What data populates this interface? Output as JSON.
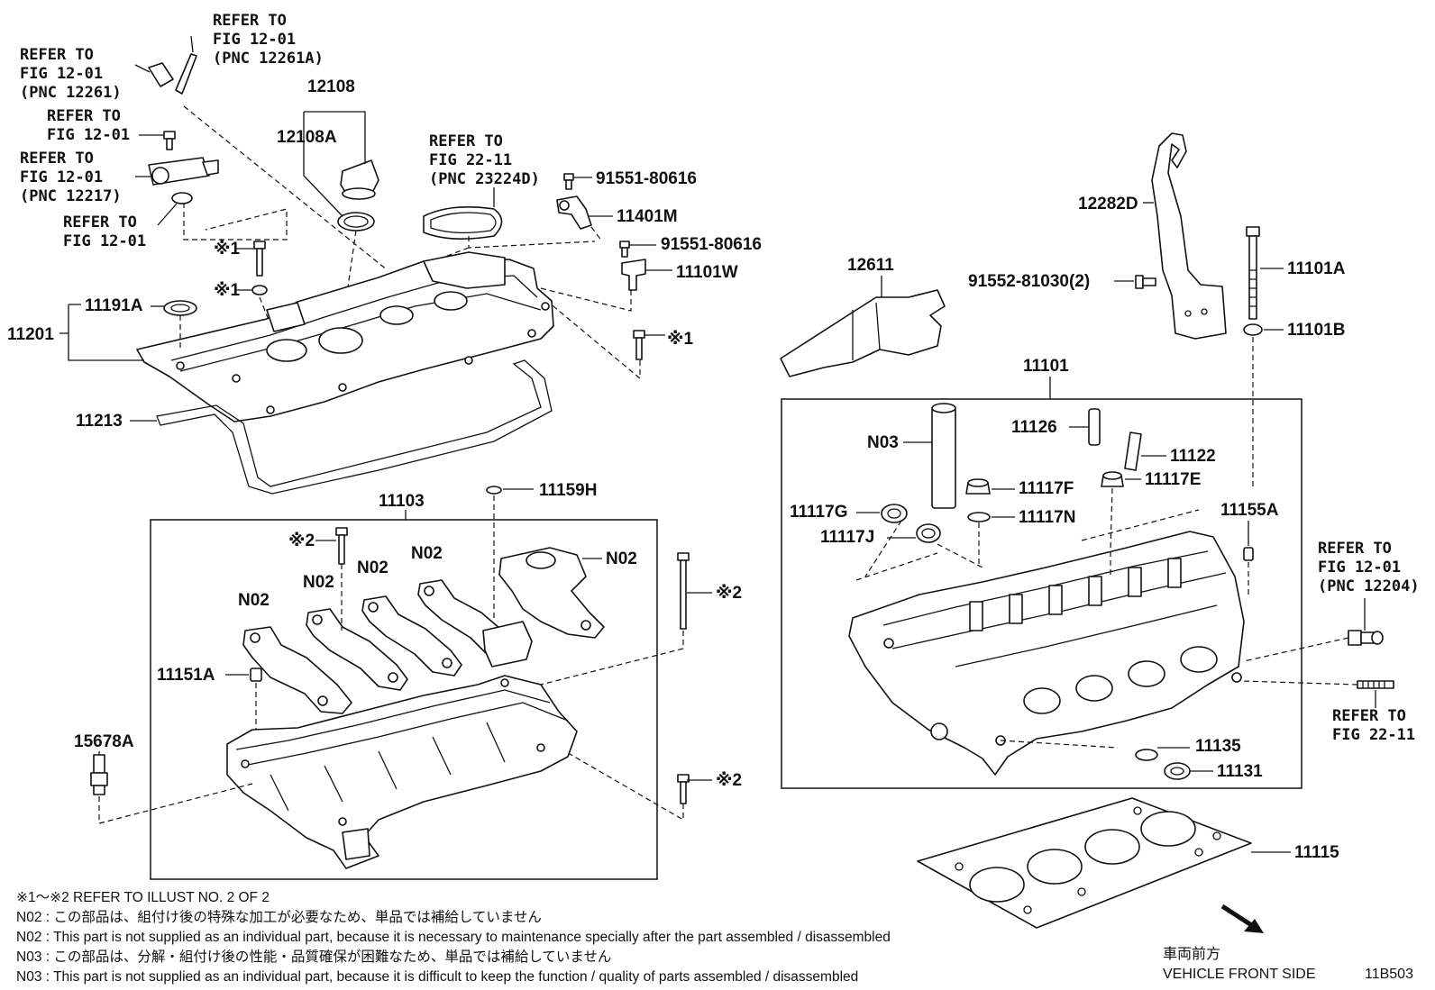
{
  "refs": {
    "r1": [
      "REFER TO",
      "FIG 12-01",
      "(PNC 12261)"
    ],
    "r2": [
      "REFER TO",
      "FIG 12-01",
      "(PNC 12261A)"
    ],
    "r3": [
      "REFER TO",
      "FIG 12-01"
    ],
    "r4": [
      "REFER TO",
      "FIG 12-01",
      "(PNC 12217)"
    ],
    "r5": [
      "REFER TO",
      "FIG 12-01"
    ],
    "r6": [
      "REFER TO",
      "FIG 22-11",
      "(PNC 23224D)"
    ],
    "r7": [
      "REFER TO",
      "FIG 12-01",
      "(PNC 12204)"
    ],
    "r8": [
      "REFER TO",
      "FIG 22-11"
    ]
  },
  "parts": {
    "p12108": "12108",
    "p12108A": "12108A",
    "p91551a": "91551-80616",
    "p11401M": "11401M",
    "p91551b": "91551-80616",
    "p11101W": "11101W",
    "p11191A": "11191A",
    "p11201": "11201",
    "p11213": "11213",
    "p11103": "11103",
    "p11159H": "11159H",
    "p12282D": "12282D",
    "p12611": "12611",
    "p91552": "91552-81030(2)",
    "p11101A": "11101A",
    "p11101B": "11101B",
    "p11101": "11101",
    "pN03": "N03",
    "p11126": "11126",
    "p11122": "11122",
    "p11117F": "11117F",
    "p11117E": "11117E",
    "p11117G": "11117G",
    "p11117J": "11117J",
    "p11117N": "11117N",
    "p11155A": "11155A",
    "pN02a": "N02",
    "pN02b": "N02",
    "pN02c": "N02",
    "pN02d": "N02",
    "pN02e": "N02",
    "p11151A": "11151A",
    "p15678A": "15678A",
    "p11135": "11135",
    "p11131": "11131",
    "p11115": "11115"
  },
  "marks": {
    "m1a": "※1",
    "m1b": "※1",
    "m1c": "※1",
    "m2a": "※2",
    "m2b": "※2",
    "m2c": "※2"
  },
  "notes": [
    "※1～※2  REFER TO ILLUST NO. 2 OF 2",
    "N02 : この部品は、組付け後の特殊な加工が必要なため、単品では補給していません",
    "N02 : This part is not supplied as an individual part, because it is necessary to maintenance specially after the part assembled / disassembled",
    "N03 : この部品は、分解・組付け後の性能・品質確保が困難なため、単品では補給していません",
    "N03 : This part is not supplied as an individual part, because it is difficult to keep the function / quality of parts  assembled / disassembled"
  ],
  "front": {
    "jp": "車両前方",
    "en": "VEHICLE FRONT SIDE"
  },
  "illust_id": "11B503"
}
